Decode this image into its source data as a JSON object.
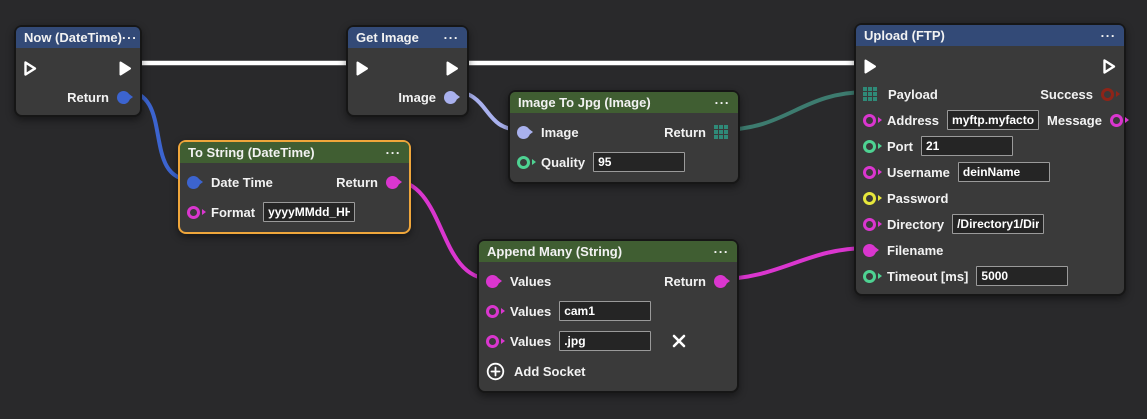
{
  "ui": {
    "menu_ellipsis": "..."
  },
  "colors": {
    "background": "#29292b",
    "node_body": "#3a3a3a",
    "header_blue": "#334a77",
    "header_green": "#405e32",
    "selection_orange": "#efa63b",
    "wire_flow": "#ffffff",
    "wire_datetime": "#3c64cf",
    "wire_image": "#a9b1ee",
    "wire_bytes": "#3d7b6f",
    "wire_string": "#da36cf",
    "socket_datetime": "#3c64cf",
    "socket_image": "#a9b1ee",
    "socket_string": "#da36cf",
    "socket_number": "#4ed292",
    "socket_password": "#e7e73c",
    "socket_bool": "#8e2418",
    "socket_bytes": "#2f8a78"
  },
  "nodes": [
    {
      "title": "Now (DateTime)",
      "outputs": {
        "return_label": "Return"
      }
    },
    {
      "title": "Get Image",
      "outputs": {
        "image_label": "Image"
      }
    },
    {
      "title": "Image To Jpg (Image)",
      "inputs": {
        "image_label": "Image",
        "quality_label": "Quality",
        "quality_value": "95"
      },
      "outputs": {
        "return_label": "Return"
      }
    },
    {
      "title": "To String (DateTime)",
      "selected": true,
      "inputs": {
        "datetime_label": "Date Time",
        "format_label": "Format",
        "format_value": "yyyyMMdd_HH"
      },
      "outputs": {
        "return_label": "Return"
      }
    },
    {
      "title": "Append Many (String)",
      "inputs": {
        "values1_label": "Values",
        "values2_label": "Values",
        "values2_value": "cam1",
        "values3_label": "Values",
        "values3_value": ".jpg"
      },
      "outputs": {
        "return_label": "Return"
      },
      "add_socket_label": "Add Socket"
    },
    {
      "title": "Upload (FTP)",
      "inputs": {
        "payload_label": "Payload",
        "address_label": "Address",
        "address_value": "myftp.myfactor",
        "port_label": "Port",
        "port_value": "21",
        "username_label": "Username",
        "username_value": "deinName",
        "password_label": "Password",
        "directory_label": "Directory",
        "directory_value": "/Directory1/Dir",
        "filename_label": "Filename",
        "timeout_label": "Timeout [ms]",
        "timeout_value": "5000"
      },
      "outputs": {
        "success_label": "Success",
        "message_label": "Message"
      }
    }
  ]
}
